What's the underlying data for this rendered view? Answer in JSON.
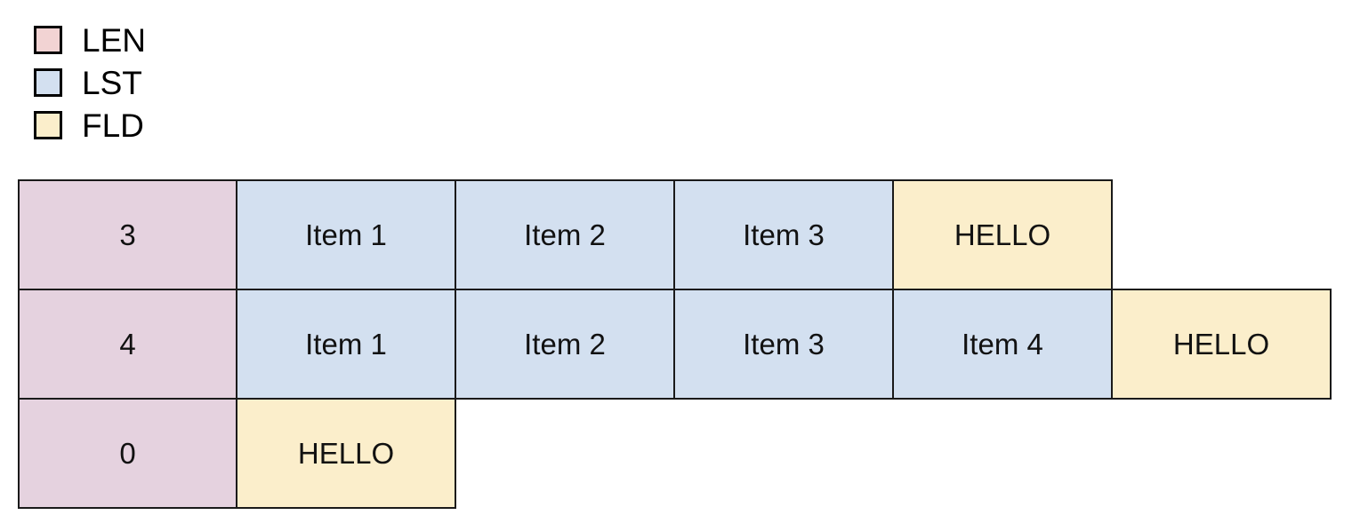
{
  "legend": {
    "items": [
      {
        "label": "LEN",
        "color": "#f2d3d3"
      },
      {
        "label": "LST",
        "color": "#d3e0f0"
      },
      {
        "label": "FLD",
        "color": "#fbeecb"
      }
    ]
  },
  "palette": {
    "len_fill": "#e5d2df",
    "lst_fill": "#d3e0f0",
    "fld_fill": "#fbeecb",
    "border": "#1a1a1a",
    "background": "#ffffff"
  },
  "table": {
    "rows": [
      {
        "len": "3",
        "cells": [
          {
            "text": "3",
            "kind": "LEN"
          },
          {
            "text": "Item 1",
            "kind": "LST"
          },
          {
            "text": "Item 2",
            "kind": "LST"
          },
          {
            "text": "Item 3",
            "kind": "LST"
          },
          {
            "text": "HELLO",
            "kind": "FLD"
          }
        ]
      },
      {
        "len": "4",
        "cells": [
          {
            "text": "4",
            "kind": "LEN"
          },
          {
            "text": "Item 1",
            "kind": "LST"
          },
          {
            "text": "Item 2",
            "kind": "LST"
          },
          {
            "text": "Item 3",
            "kind": "LST"
          },
          {
            "text": "Item 4",
            "kind": "LST"
          },
          {
            "text": "HELLO",
            "kind": "FLD"
          }
        ]
      },
      {
        "len": "0",
        "cells": [
          {
            "text": "0",
            "kind": "LEN"
          },
          {
            "text": "HELLO",
            "kind": "FLD"
          }
        ]
      }
    ]
  }
}
